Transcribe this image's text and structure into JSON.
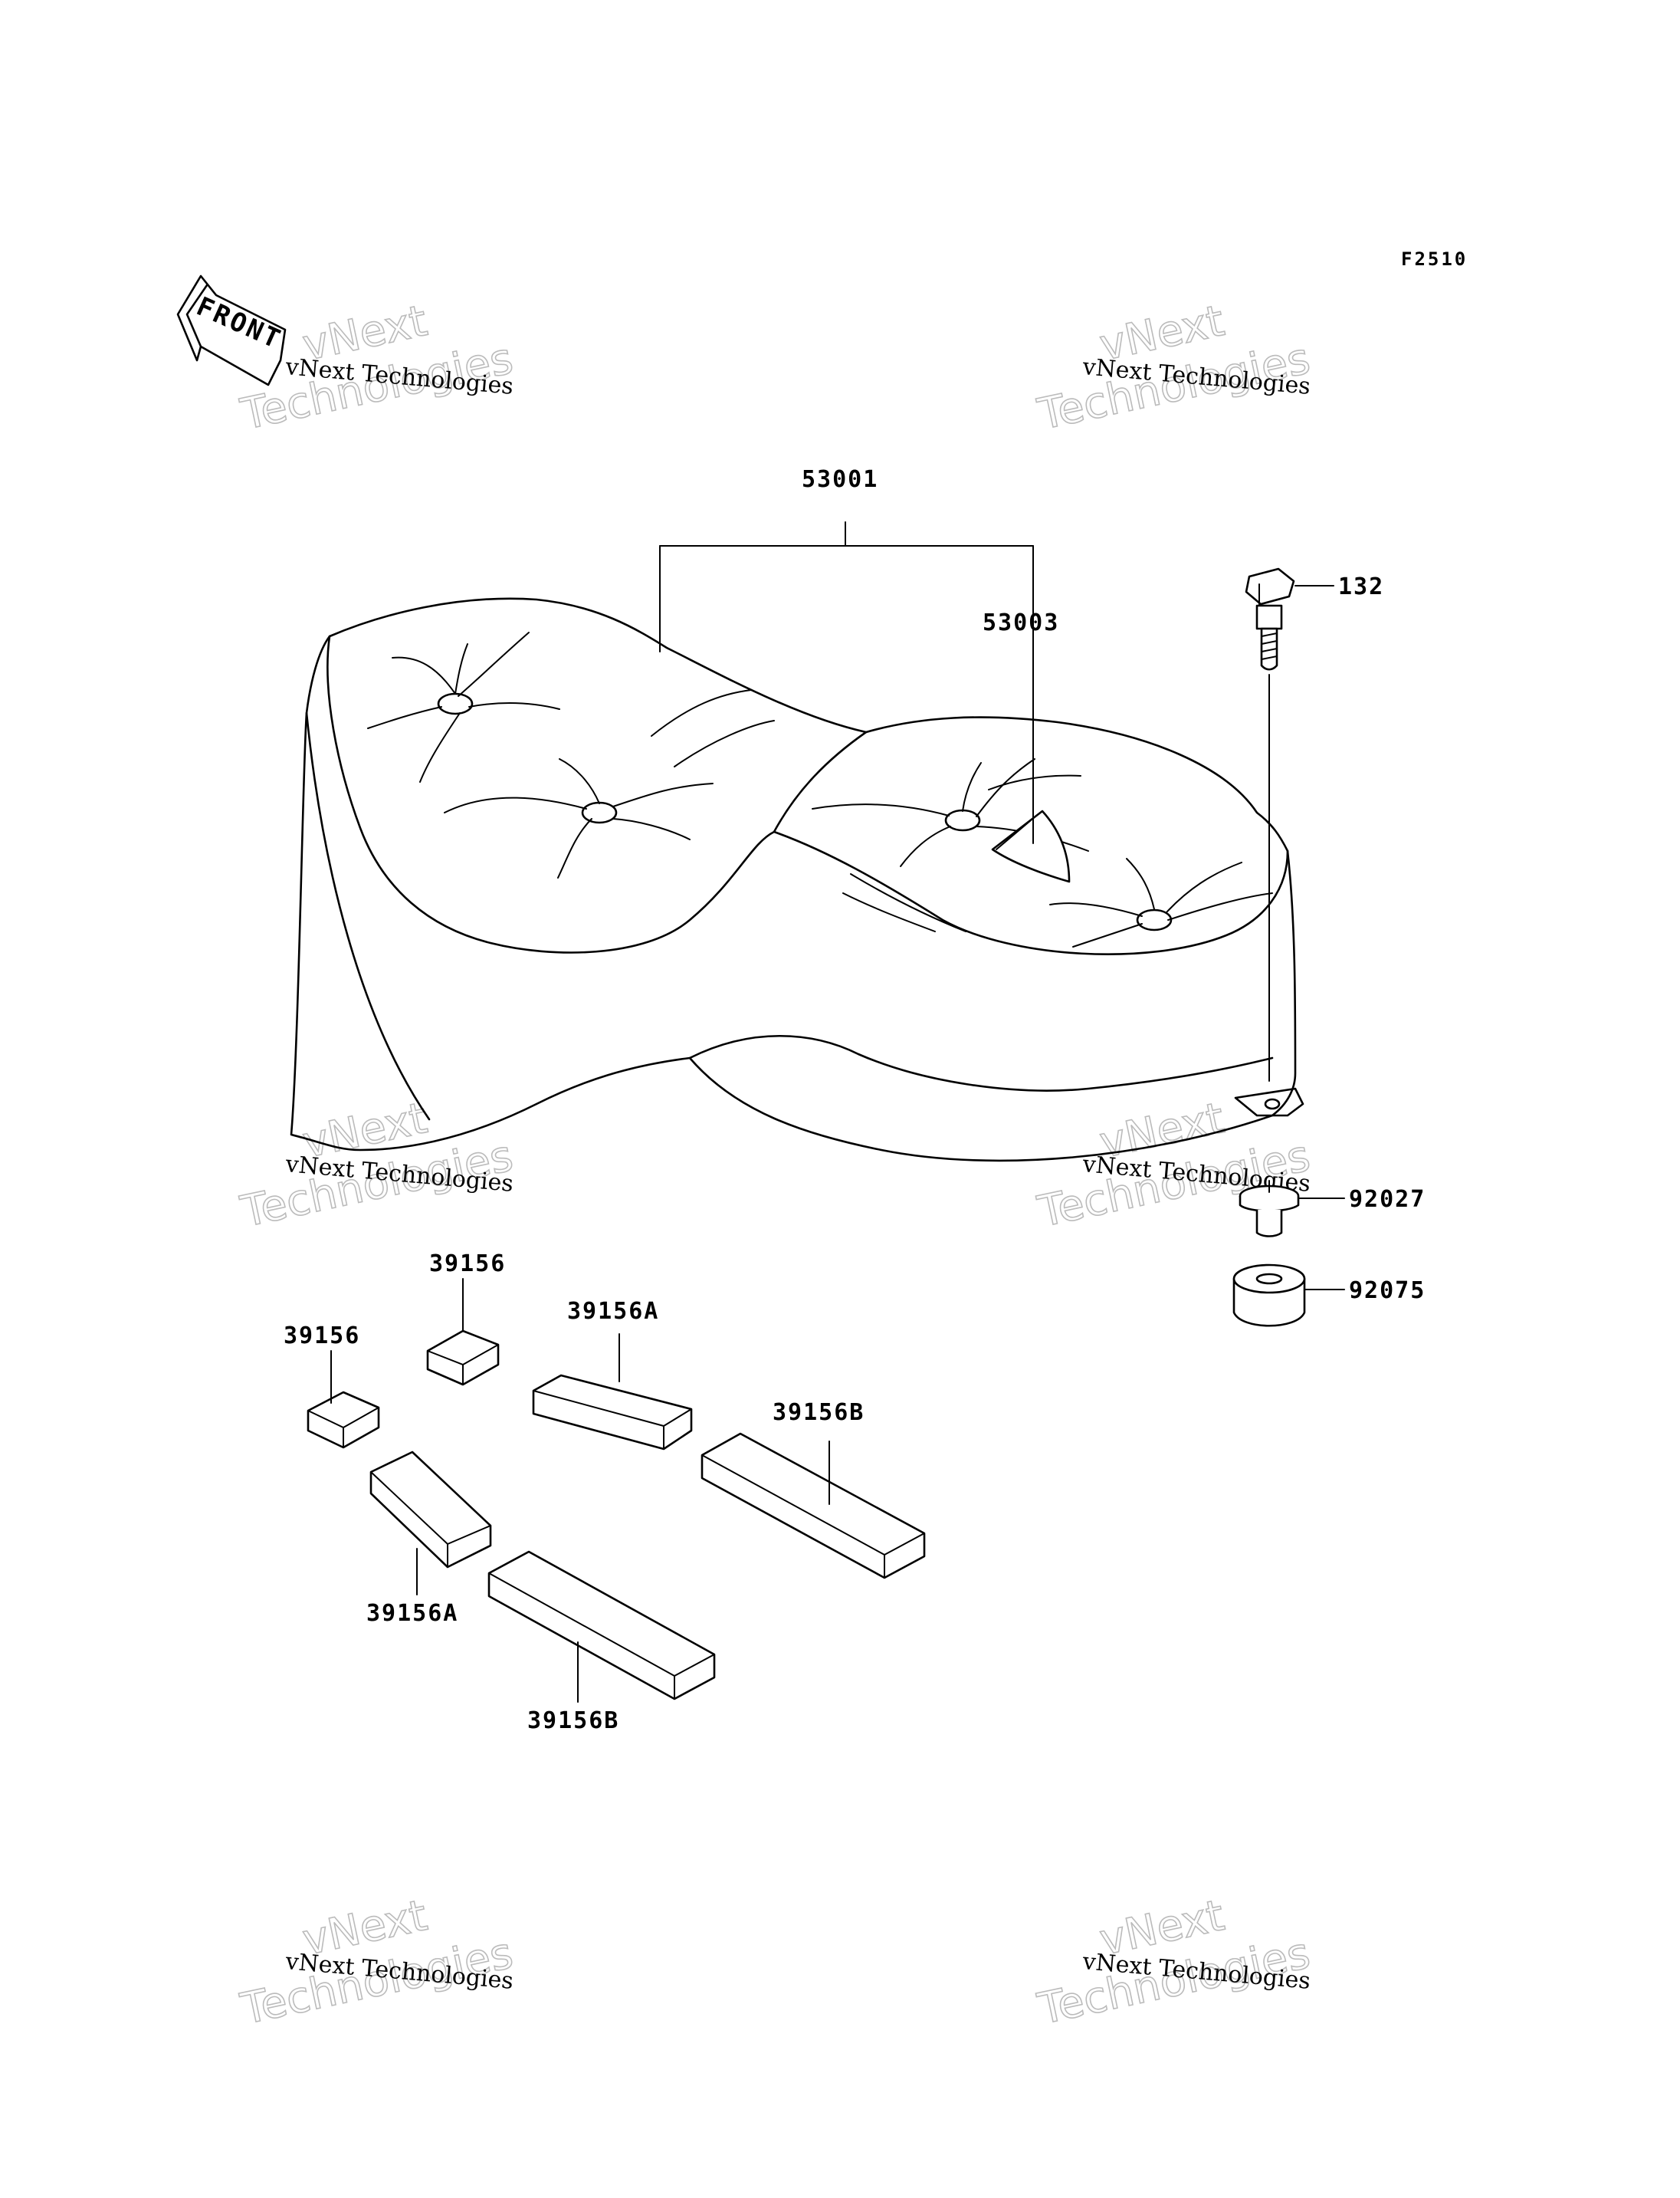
{
  "figure_code": "F2510",
  "front_indicator": "FRONT",
  "watermark": {
    "line": "vNext Technologies",
    "big_top": "vNext",
    "big_bottom": "Technologies"
  },
  "callouts": [
    {
      "id": "seat",
      "label": "53001"
    },
    {
      "id": "seat-cover-label",
      "label": "53003"
    },
    {
      "id": "bolt",
      "label": "132"
    },
    {
      "id": "collar",
      "label": "92027"
    },
    {
      "id": "damper",
      "label": "92075"
    },
    {
      "id": "pad-small-a",
      "label": "39156"
    },
    {
      "id": "pad-small-b",
      "label": "39156"
    },
    {
      "id": "pad-mid-a",
      "label": "39156A"
    },
    {
      "id": "pad-mid-b",
      "label": "39156A"
    },
    {
      "id": "pad-long-a",
      "label": "39156B"
    },
    {
      "id": "pad-long-b",
      "label": "39156B"
    }
  ]
}
